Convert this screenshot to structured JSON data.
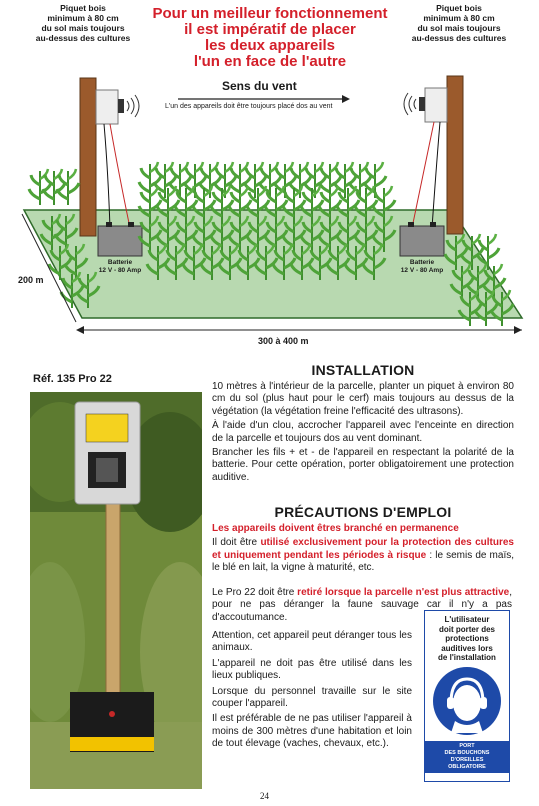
{
  "top_left_note": [
    "Piquet bois",
    "minimum à 80 cm",
    "du sol mais toujours",
    "au-dessus des cultures"
  ],
  "top_right_note": [
    "Piquet bois",
    "minimum à 80 cm",
    "du sol mais toujours",
    "au-dessus des cultures"
  ],
  "headline": [
    "Pour un meilleur fonctionnement",
    "il est impératif de placer",
    "les deux appareils",
    "l'un en face de l'autre"
  ],
  "wind": {
    "title": "Sens du vent",
    "note": "L'un des appareils doit être toujours placé dos au vent"
  },
  "battery_left": [
    "Batterie",
    "12 V - 80 Amp"
  ],
  "battery_right": [
    "Batterie",
    "12 V - 80 Amp"
  ],
  "dim_side": "200 m",
  "dim_bottom": "300 à 400 m",
  "reference": "Réf. 135 Pro 22",
  "installation": {
    "title": "INSTALLATION",
    "paragraphs": [
      "10 mètres à l'intérieur de la parcelle, planter un piquet à environ 80 cm du sol (plus haut pour le cerf) mais toujours au dessus de la végétation (la végétation freine l'efficacité des ultrasons).",
      "À l'aide d'un clou, accrocher l'appareil avec l'enceinte en direction de la parcelle et toujours dos au vent dominant.",
      "Brancher les fils + et - de l'appareil en respectant la polarité de la batterie. Pour cette opération, porter obligatoirement une protection auditive."
    ]
  },
  "precautions": {
    "title": "PRÉCAUTIONS D'EMPLOI",
    "red_line": "Les appareils doivent êtres branché en permanence",
    "p1_pre": "Il doit être ",
    "p1_red": "utilisé exclusivement pour la protection des cultures et uniquement pendant les périodes à risque",
    "p1_post": " : le semis de maïs, le blé en lait, la vigne à maturité, etc.",
    "p2_pre": "Le Pro 22 doit être ",
    "p2_red": "retiré lorsque la parcelle n'est plus attractive",
    "p2_post": ", pour ne pas déranger la faune sauvage car il n'y a pas d'accoutumance.",
    "p3": "Attention, cet appareil peut déranger tous les animaux.",
    "p4": "L'appareil ne doit pas être utilisé dans les lieux publiques.",
    "p5": "Lorsque du personnel travaille sur le site couper l'appareil.",
    "p6": "Il est préférable de ne pas utiliser l'appareil à moins de 300 mètres d'une habitation et loin de tout élevage (vaches, chevaux, etc.)."
  },
  "sign": {
    "text": [
      "L'utilisateur",
      "doit porter des",
      "protections",
      "auditives lors",
      "de l'installation"
    ],
    "band": [
      "PORT",
      "DES BOUCHONS",
      "D'OREILLES",
      "OBLIGATOIRE"
    ]
  },
  "page_number": "24"
}
